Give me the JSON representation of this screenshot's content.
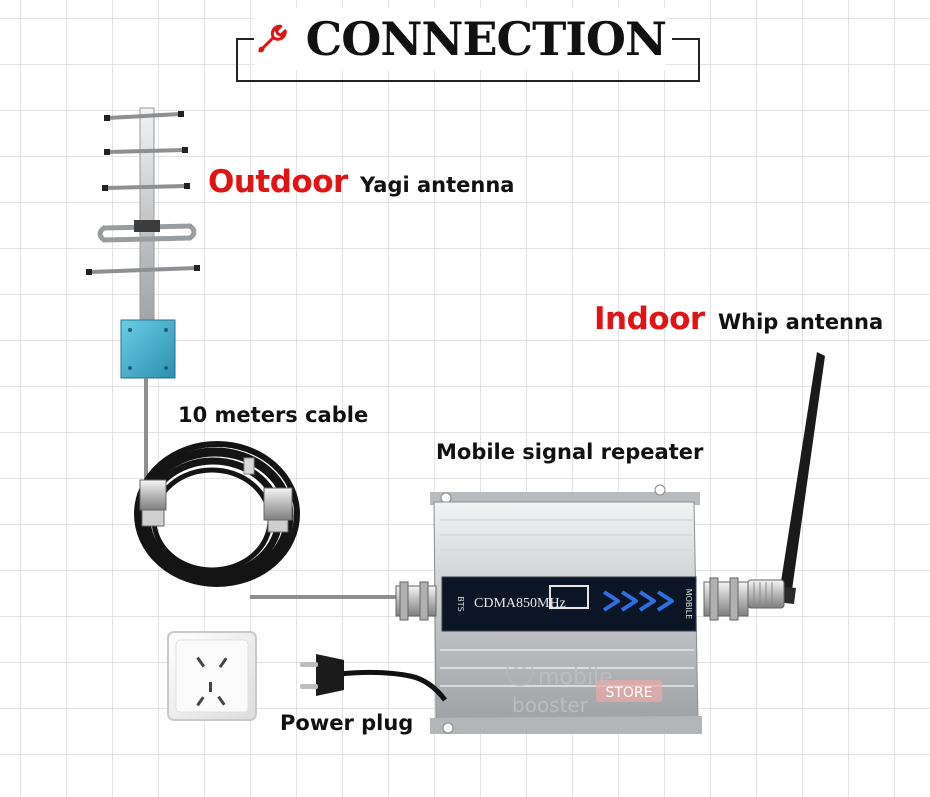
{
  "title": "CONNECTION",
  "labels": {
    "outdoor": "Outdoor",
    "yagi": "Yagi antenna",
    "indoor": "Indoor",
    "whip": "Whip antenna",
    "cable": "10 meters cable",
    "repeater": "Mobile signal repeater",
    "power": "Power plug"
  },
  "device": {
    "model": "CDMA850MHz",
    "left_port": "BTS",
    "right_port": "MOBILE"
  },
  "watermark": {
    "line1": "mobile",
    "line2": "booster",
    "badge": "STORE"
  },
  "icons": [
    "wrench-icon"
  ],
  "colors": {
    "accent_red": "#e01414",
    "text": "#111111",
    "grid": "#e3e3e3",
    "antenna_mount": "#3aa7c4",
    "device_silver": "#c9cbcd",
    "panel_navy": "#0c1526",
    "chevron_blue": "#2f6fe0"
  }
}
